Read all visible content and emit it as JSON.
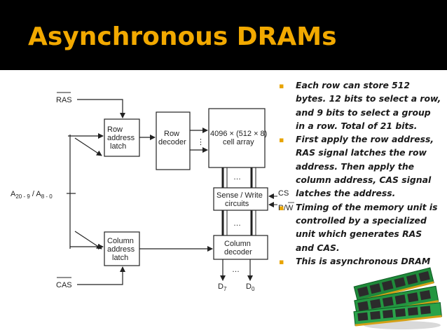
{
  "slide": {
    "title": "Asynchronous DRAMs",
    "colors": {
      "title": "#F2A900",
      "title_bar": "#000000",
      "bullet": "#E8A400"
    }
  },
  "diagram": {
    "ras_label": "RAS",
    "cas_label": "CAS",
    "address_label": "A20 - 9 / A8 - 0",
    "row_latch_lines": [
      "Row",
      "address",
      "latch"
    ],
    "row_decoder_lines": [
      "Row",
      "decoder"
    ],
    "cell_array_lines": [
      "4096 × (512 × 8)",
      "cell array"
    ],
    "sense_write_lines": [
      "Sense / Write",
      "circuits"
    ],
    "column_latch_lines": [
      "Column",
      "address",
      "latch"
    ],
    "column_decoder_lines": [
      "Column",
      "decoder"
    ],
    "cs_label": "CS",
    "rw_label": "R / W",
    "d7_label": "D7",
    "d0_label": "D0",
    "dots": "…",
    "vdots": "⋮"
  },
  "bullets": [
    "Each row can store 512 bytes. 12 bits to select a row, and 9 bits to select a group in a row. Total of 21 bits.",
    "First apply the row address, RAS signal latches the row address. Then apply the column address, CAS signal latches the address.",
    "Timing of the memory unit is controlled by a specialized unit which generates RAS and CAS.",
    "This is asynchronous DRAM"
  ],
  "bullet_icon": "square-bullet-icon",
  "bullet_glyph": "▪"
}
